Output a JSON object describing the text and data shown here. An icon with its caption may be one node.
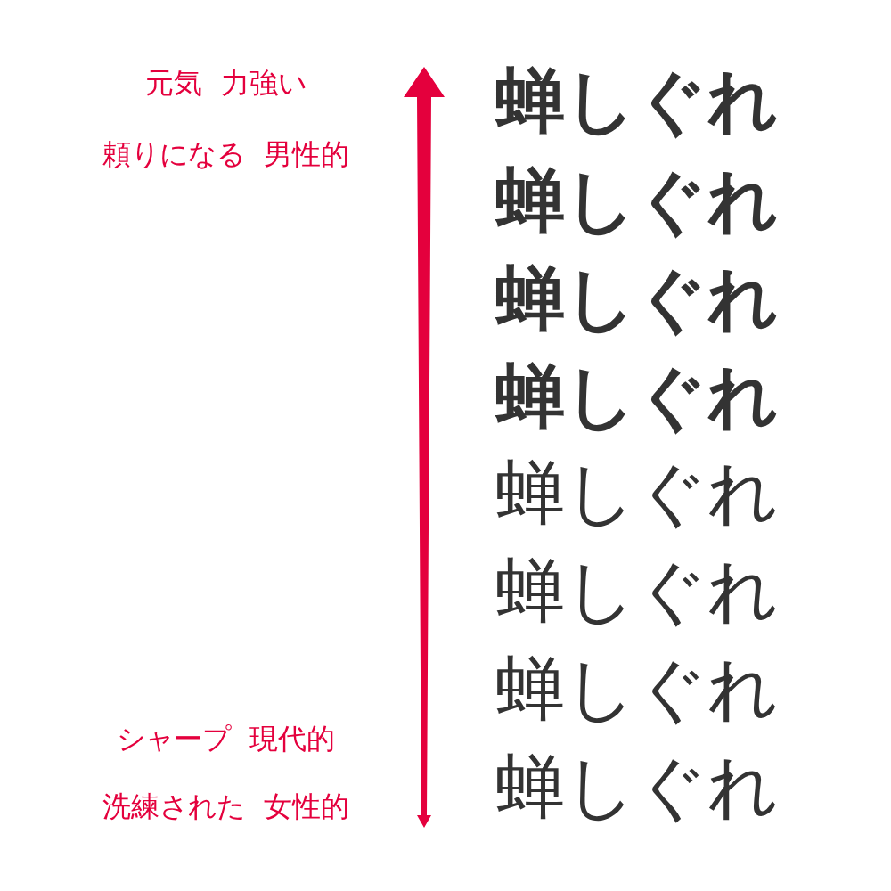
{
  "diagram": {
    "labels": [
      "元気 力強い",
      "頼りになる 男性的",
      "シャープ 現代的",
      "洗練された 女性的",
      "蝉しぐれ",
      "蝉しぐれ",
      "蝉しぐれ",
      "蝉しぐれ",
      "蝉しぐれ",
      "蝉しぐれ",
      "蝉しぐれ",
      "蝉しぐれ"
    ]
  }
}
